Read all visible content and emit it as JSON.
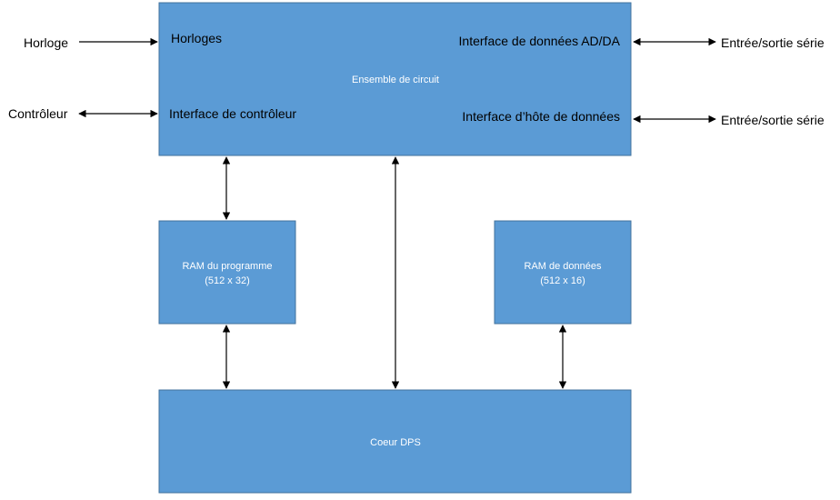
{
  "blocks": {
    "circuit": {
      "title": "Ensemble de circuit",
      "clocks": "Horloges",
      "controller_interface": "Interface de contrôleur",
      "adda_interface": "Interface de données AD/DA",
      "host_interface": "Interface d’hôte de données"
    },
    "program_ram": {
      "line1": "RAM du programme",
      "line2": "(512 x 32)"
    },
    "data_ram": {
      "line1": "RAM de données",
      "line2": "(512 x 16)"
    },
    "dsp_core": {
      "title": "Coeur DPS"
    }
  },
  "external": {
    "clock": "Horloge",
    "controller": "Contrôleur",
    "serial_io_1": "Entrée/sortie série",
    "serial_io_2": "Entrée/sortie série"
  },
  "colors": {
    "block_fill": "#5b9bd5",
    "block_stroke": "#41719c",
    "connector": "#000000"
  }
}
